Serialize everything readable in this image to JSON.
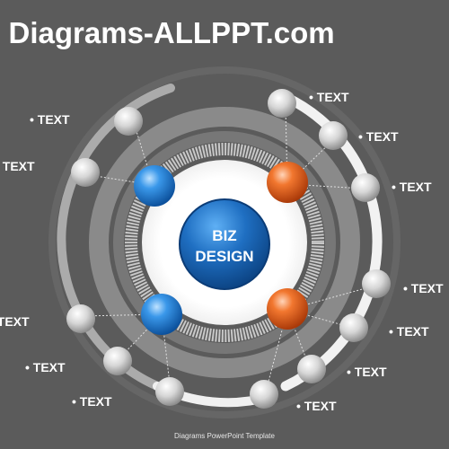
{
  "header": {
    "title": "e Diagrams-ALLPPT.com"
  },
  "center": {
    "line1": "BIZ",
    "line2": "DESIGN"
  },
  "labels": [
    "• TEXT",
    "• TEXT",
    "• TEXT",
    "• TEXT",
    "• TEXT",
    "• TEXT",
    "• TEXT",
    "• TEXT",
    "• TEXT",
    "• TEXT",
    "• TEXT",
    "• TEXT"
  ],
  "footer": {
    "text": "Diagrams PowerPoint Template"
  },
  "colors": {
    "background": "#5b5b5b",
    "blue": "#1f7fd6",
    "orange": "#e8611c",
    "gray_ball": "#d9d9d9",
    "center_glow": "#ffffff"
  }
}
